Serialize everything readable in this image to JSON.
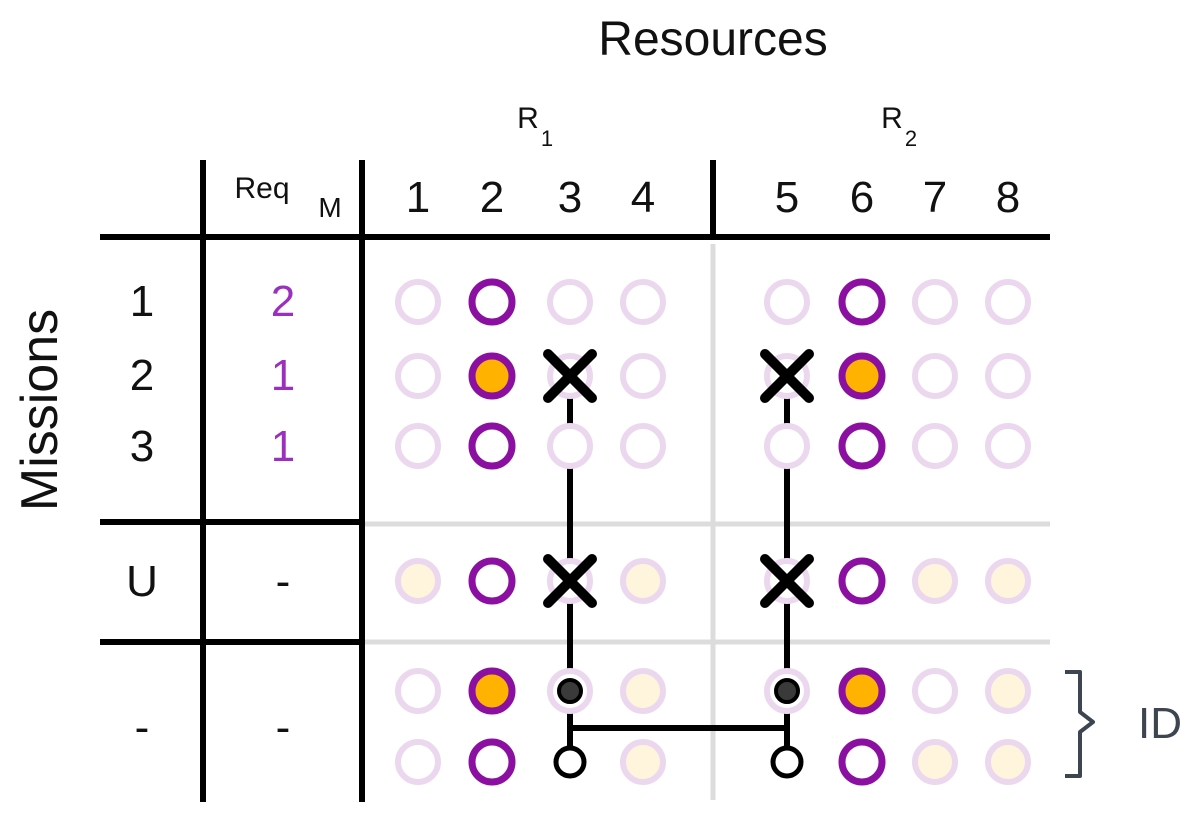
{
  "title": "Resources",
  "row_axis_label": "Missions",
  "groups": [
    {
      "name": "R",
      "sub": "1"
    },
    {
      "name": "R",
      "sub": "2"
    }
  ],
  "header": {
    "req_label": "Req",
    "req_sub": "M",
    "columns": [
      "1",
      "2",
      "3",
      "4",
      "5",
      "6",
      "7",
      "8"
    ]
  },
  "rows": [
    {
      "label": "1",
      "req": "2",
      "cells": [
        "light",
        "ring",
        "light",
        "light",
        "light",
        "ring",
        "light",
        "light"
      ]
    },
    {
      "label": "2",
      "req": "1",
      "cells": [
        "light",
        "filled",
        "cross",
        "light",
        "cross",
        "filled",
        "light",
        "light"
      ]
    },
    {
      "label": "3",
      "req": "1",
      "cells": [
        "light",
        "ring",
        "light",
        "light",
        "light",
        "ring",
        "light",
        "light"
      ]
    },
    {
      "label": "U",
      "req": "-",
      "cells": [
        "cream",
        "ring",
        "cross",
        "cream",
        "cross",
        "ring",
        "cream",
        "cream"
      ]
    },
    {
      "label": "-",
      "req": "-",
      "cells": [
        "light",
        "filled",
        "dot",
        "cream",
        "light",
        "filled",
        "light",
        "cream"
      ]
    },
    {
      "label": "",
      "req": "",
      "cells": [
        "light",
        "ring",
        "hollow",
        "cream",
        "hollow",
        "ring",
        "cream",
        "cream"
      ]
    }
  ],
  "bracket_label": "ID",
  "colors": {
    "purple": "#8b0fa0",
    "req_text": "#9b2fc0",
    "light_ring": "#ecd8ee",
    "cream_fill": "#fff5dc",
    "orange": "#ffb300",
    "grid_light": "#dcdcdc",
    "line": "#000000",
    "bracket": "#3d4650"
  }
}
